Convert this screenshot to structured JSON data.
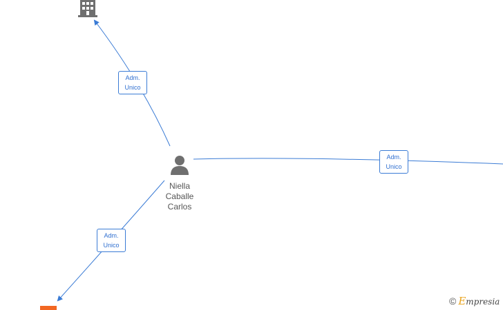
{
  "graph": {
    "person": {
      "name_line1": "Niella",
      "name_line2": "Caballe",
      "name_line3": "Carlos"
    },
    "edges": [
      {
        "label_line1": "Adm.",
        "label_line2": "Unico",
        "target": "company-building"
      },
      {
        "label_line1": "Adm.",
        "label_line2": "Unico",
        "target": "offscreen-right"
      },
      {
        "label_line1": "Adm.",
        "label_line2": "Unico",
        "target": "orange-company"
      }
    ]
  },
  "watermark": {
    "copyright_symbol": "©",
    "brand_initial": "E",
    "brand_rest": "mpresia"
  },
  "colors": {
    "edge": "#3a7bd5",
    "icon": "#6f6f6f",
    "accent_orange": "#f26722"
  }
}
